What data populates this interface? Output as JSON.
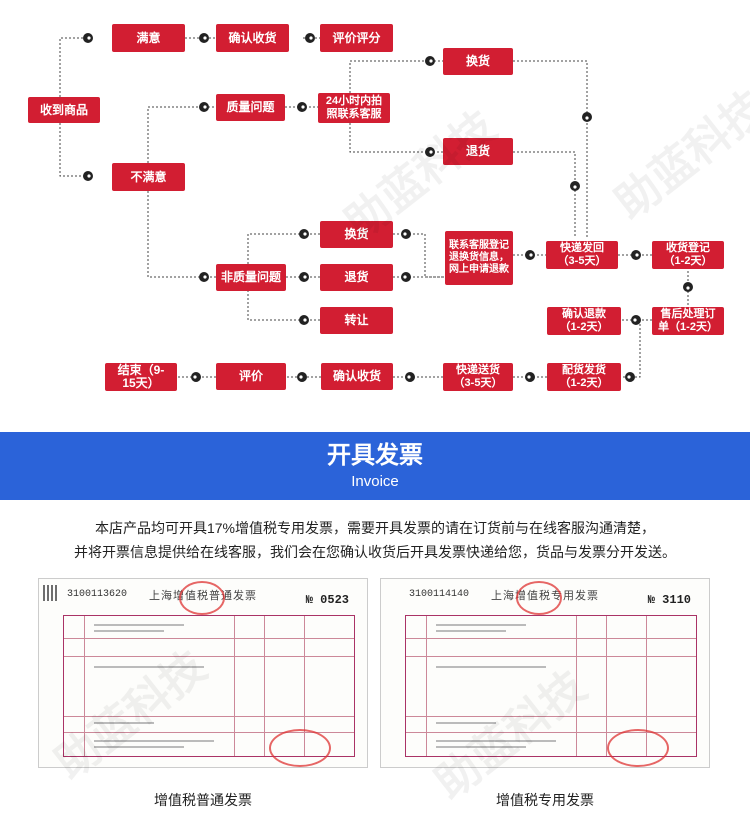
{
  "flow": {
    "nodes": {
      "shouhuo": "收到商品",
      "manyi": "满意",
      "queren1": "确认收货",
      "pingjia1": "评价评分",
      "bumanyi": "不满意",
      "zhiliang": "质量问题",
      "kefu24": "24小时内拍照联系客服",
      "huanhuo1": "换货",
      "tuihuo1": "退货",
      "feizhiliang": "非质量问题",
      "huanhuo2": "换货",
      "tuihuo2": "退货",
      "zhuanrang": "转让",
      "lianxikefu": "联系客服登记退换货信息，网上申请退款",
      "kuaidifahui": "快递发回（3-5天）",
      "shouhuodengji": "收货登记（1-2天）",
      "quertuikuan": "确认退款（1-2天）",
      "shouhouchuli": "售后处理订单（1-2天）",
      "jieshu": "结束（9-15天）",
      "pingjia2": "评价",
      "queren2": "确认收货",
      "kuaidisonghuo": "快递送货（3-5天）",
      "peihuofahuo": "配货发货（1-2天）"
    },
    "accent_color": "#d21e32"
  },
  "invoice_section": {
    "title": "开具发票",
    "subtitle": "Invoice",
    "banner_color": "#2b63d9",
    "description_line1": "本店产品均可开具17%增值税专用发票，需要开具发票的请在订货前与在线客服沟通清楚，",
    "description_line2": "并将开票信息提供给在线客服，我们会在您确认收货后开具发票快递给您，货品与发票分开发送。",
    "invoices": [
      {
        "serial": "3100113620",
        "title": "上海增值税普通发票",
        "number": "№ 0523",
        "caption": "增值税普通发票"
      },
      {
        "serial": "3100114140",
        "title": "上海增值税专用发票",
        "number": "№ 3110",
        "caption": "增值税专用发票"
      }
    ]
  },
  "watermark": "助蓝科技"
}
